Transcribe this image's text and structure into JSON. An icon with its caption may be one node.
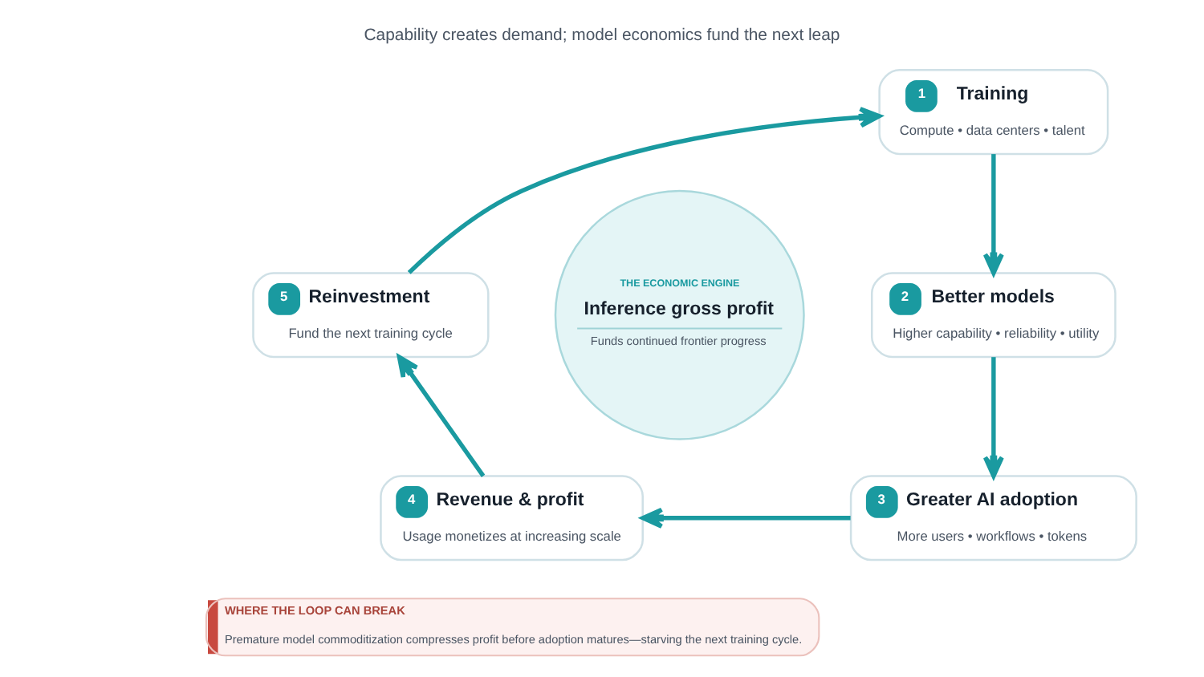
{
  "diagram": {
    "title": "Capability creates demand; model economics fund the next leap",
    "nodes": [
      {
        "text": [
          "1",
          "Training",
          "Compute • data centers • talent"
        ]
      },
      {
        "text": [
          "2",
          "Better models",
          "Higher capability • reliability • utility"
        ]
      },
      {
        "text": [
          "3",
          "Greater AI adoption",
          "More users • workflows • tokens"
        ]
      },
      {
        "text": [
          "4",
          "Revenue & profit",
          "Usage monetizes at increasing scale"
        ]
      },
      {
        "text": [
          "5",
          "Reinvestment",
          "Fund the next training cycle"
        ]
      },
      {
        "text": [
          "THE ECONOMIC ENGINE",
          "Inference gross profit",
          "Funds continued frontier progress"
        ]
      },
      {
        "text": [
          "WHERE THE LOOP CAN BREAK",
          "Premature model commoditization compresses profit before adoption matures—starving the next training cycle."
        ]
      }
    ],
    "edges": [
      {
        "from": 0,
        "to": 1,
        "arrow": "to"
      },
      {
        "from": 1,
        "to": 2,
        "arrow": "to"
      },
      {
        "from": 2,
        "to": 3,
        "arrow": "to"
      },
      {
        "from": 3,
        "to": 4,
        "arrow": "to"
      },
      {
        "from": 4,
        "to": 0,
        "arrow": "to"
      }
    ]
  }
}
